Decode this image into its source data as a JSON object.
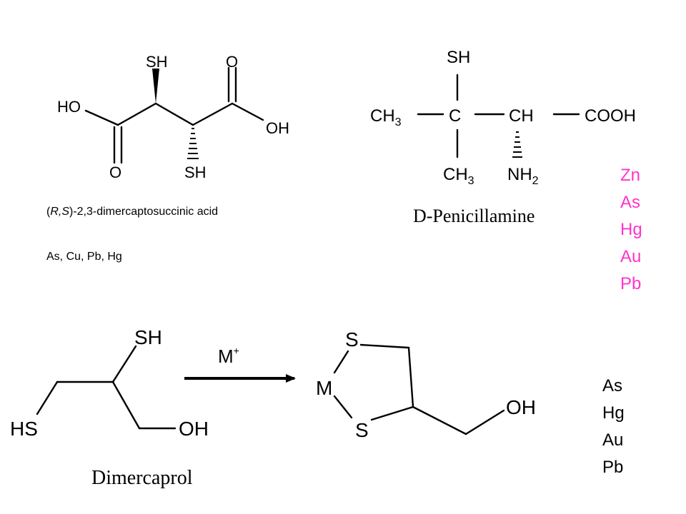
{
  "dmsa": {
    "atoms": {
      "sh_top": "SH",
      "o_top": "O",
      "ho": "HO",
      "oh": "OH",
      "o_bottom": "O",
      "sh_bottom": "SH"
    },
    "name_prefix": "(",
    "name_italic": "R,S",
    "name_rest": ")-2,3-dimercaptosuccinic  acid",
    "metals": "As, Cu, Pb, Hg"
  },
  "penicillamine": {
    "atoms": {
      "sh": "SH",
      "ch3_left": "CH3",
      "c": "C",
      "ch": "CH",
      "cooh": "COOH",
      "ch3_bottom": "CH3",
      "nh2": "NH2"
    },
    "name": "D-Penicillamine",
    "metals": [
      "Zn",
      "As",
      "Hg",
      "Au",
      "Pb"
    ]
  },
  "dimercaprol": {
    "atoms": {
      "sh": "SH",
      "hs": "HS",
      "oh": "OH"
    },
    "name": "Dimercaprol",
    "reagent": "M+",
    "product_atoms": {
      "s_top": "S",
      "m": "M",
      "s_bottom": "S",
      "oh": "OH"
    },
    "metals": [
      "As",
      "Hg",
      "Au",
      "Pb"
    ]
  },
  "colors": {
    "highlight": "#ff33cc",
    "ink": "#000000"
  }
}
